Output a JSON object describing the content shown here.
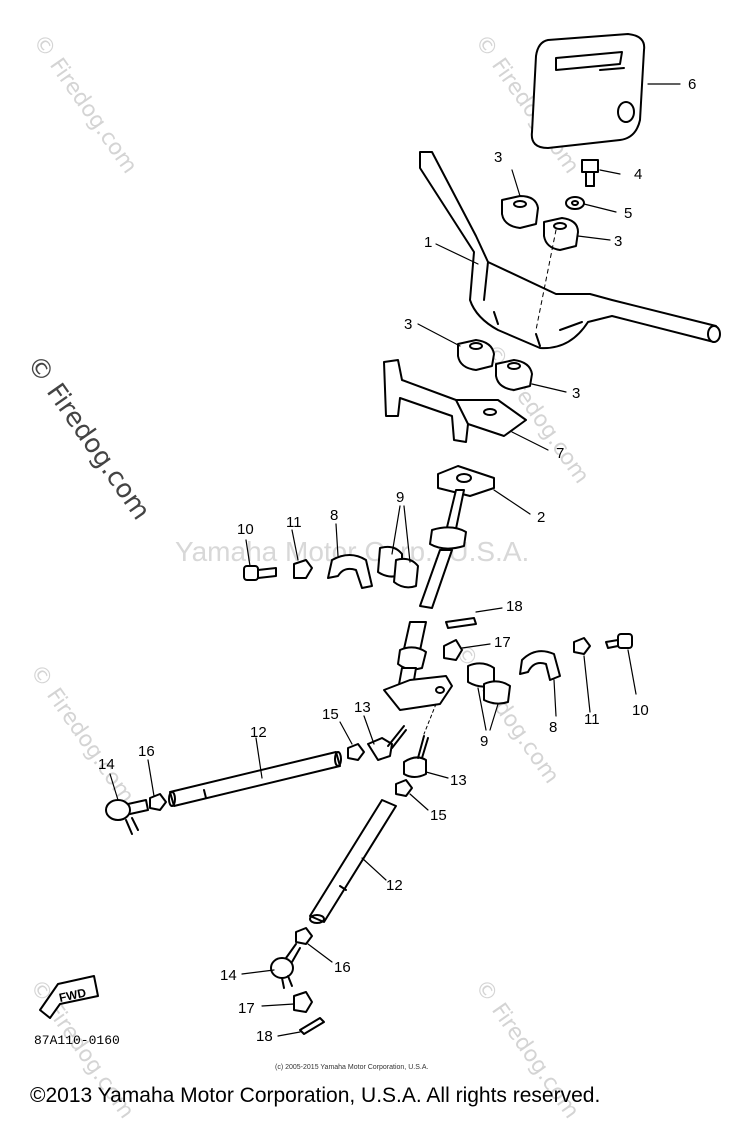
{
  "watermarks": {
    "site": "© Firedog.com",
    "center": "Yamaha Motor Corp., U.S.A."
  },
  "callouts": [
    "1",
    "2",
    "3",
    "4",
    "5",
    "6",
    "7",
    "8",
    "9",
    "10",
    "11",
    "12",
    "13",
    "14",
    "15",
    "16",
    "17",
    "18"
  ],
  "diagram_code": "87A110-0160",
  "fwd_label": "FWD",
  "small_copyright": "(c) 2005-2015 Yamaha Motor Corporation, U.S.A.",
  "copyright": "©2013 Yamaha Motor Corporation, U.S.A. All rights reserved."
}
